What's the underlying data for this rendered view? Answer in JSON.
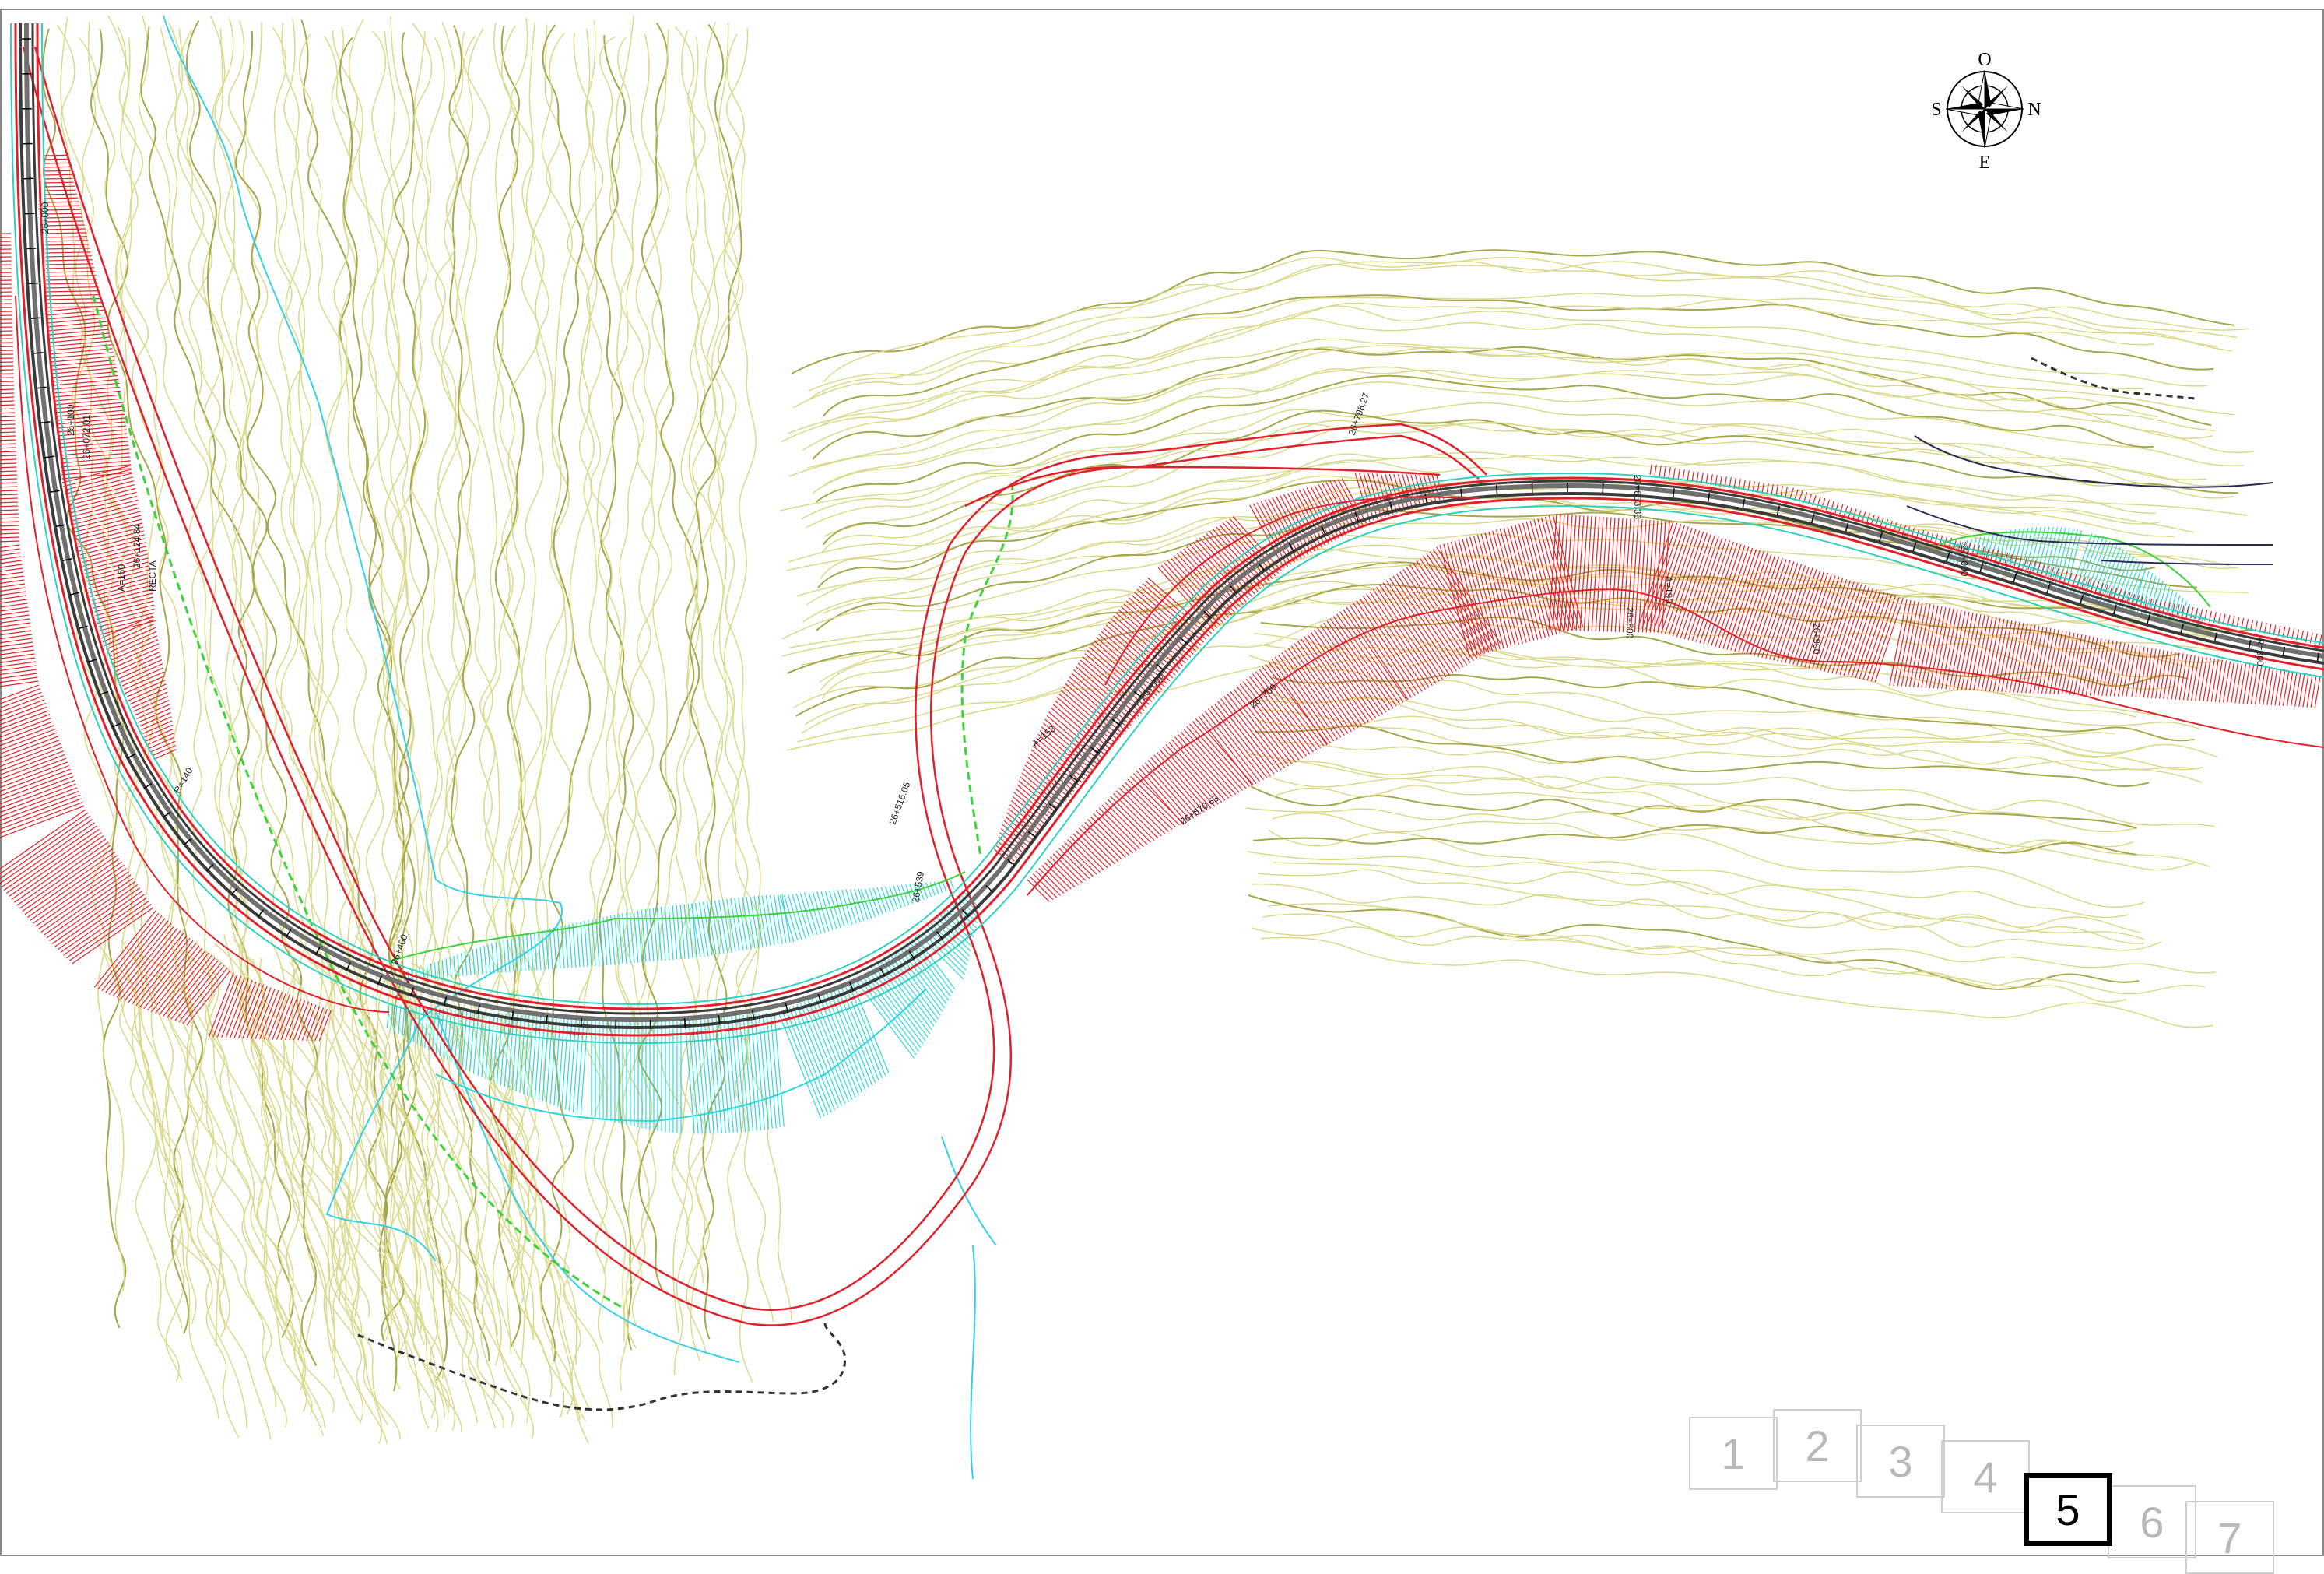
{
  "sheet_index": {
    "label": "sheet-selector",
    "sheets": [
      "1",
      "2",
      "3",
      "4",
      "5",
      "6",
      "7"
    ],
    "active": "5"
  },
  "compass": {
    "north": "N",
    "south": "S",
    "east": "E",
    "west": "O"
  },
  "chainage_labels": [
    "26+000",
    "26+100",
    "26+072.01",
    "26+124.84",
    "RECTA",
    "A=160",
    "R=140",
    "26+400",
    "26+516.05",
    "26+539",
    "26+600",
    "26+670.63",
    "26+700",
    "26+798.27",
    "26+800",
    "26+853.33",
    "26+900",
    "27+000",
    "R=300",
    "A=190",
    "A=153"
  ],
  "colors": {
    "road_edge": "#e0202a",
    "fill_slope": "#e0202a",
    "cut_slope": "#29d8dc",
    "contour_light": "#d9d98a",
    "contour_dark": "#a6a64a",
    "stream": "#34d0e8",
    "path_green": "#3cd23c",
    "pavement": "#5a5a5a"
  }
}
